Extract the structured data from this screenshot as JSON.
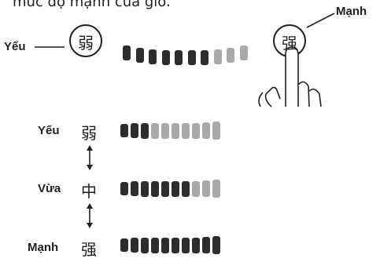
{
  "heading": "mức độ mạnh của gió.",
  "callouts": {
    "weak_label": "Yếu",
    "strong_label": "Mạnh",
    "weak_button_glyph": "弱",
    "strong_button_glyph": "强"
  },
  "top_meter": {
    "lit_segments": 7,
    "total_segments": 10
  },
  "levels": [
    {
      "label": "Yếu",
      "glyph": "弱",
      "lit_segments": 3,
      "total_segments": 10
    },
    {
      "label": "Vừa",
      "glyph": "中",
      "lit_segments": 7,
      "total_segments": 10
    },
    {
      "label": "Mạnh",
      "glyph": "强",
      "lit_segments": 10,
      "total_segments": 10
    }
  ],
  "arrow_icons": [
    "updown-arrow-icon",
    "updown-arrow-icon"
  ],
  "colors": {
    "lit": "#2f2c2d",
    "unlit": "#a7a9ab",
    "ink": "#231f20"
  }
}
